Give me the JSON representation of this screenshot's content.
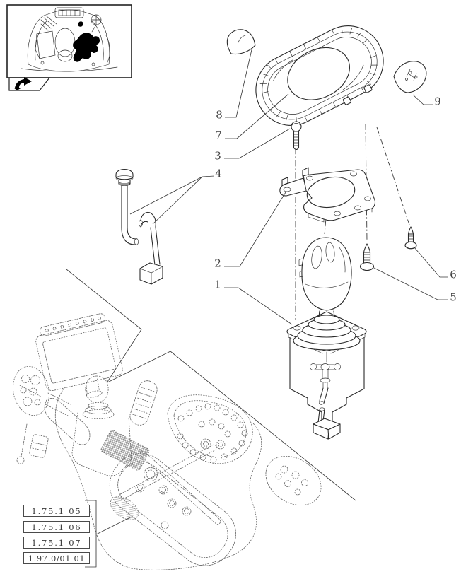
{
  "diagram_type": "exploded-parts-drawing",
  "parts": {
    "p1": "1",
    "p2": "2",
    "p3": "3",
    "p4": "4",
    "p5": "5",
    "p6": "6",
    "p7": "7",
    "p8": "8",
    "p9": "9"
  },
  "part_names": {
    "p1": "joystick-assembly",
    "p2": "mounting-bracket-plate",
    "p3": "screw",
    "p4": "linkage-rods",
    "p5": "self-tapping-screw-long",
    "p6": "self-tapping-screw-short",
    "p7": "console-bezel-trim",
    "p8": "cover-cap-left",
    "p9": "cover-cap-right"
  },
  "references": {
    "r1": "1.75.1 05",
    "r2": "1.75.1 06",
    "r3": "1.75.1 07",
    "r4": "1.97.0/01 01"
  },
  "icons": {
    "thumbnail": "cab-location-thumbnail",
    "corner_tab": "back-arrow-icon"
  },
  "colors": {
    "ink": "#2b2b2b",
    "phantom": "#5f5f5f",
    "paper": "#ffffff",
    "highlight": "#000000"
  }
}
